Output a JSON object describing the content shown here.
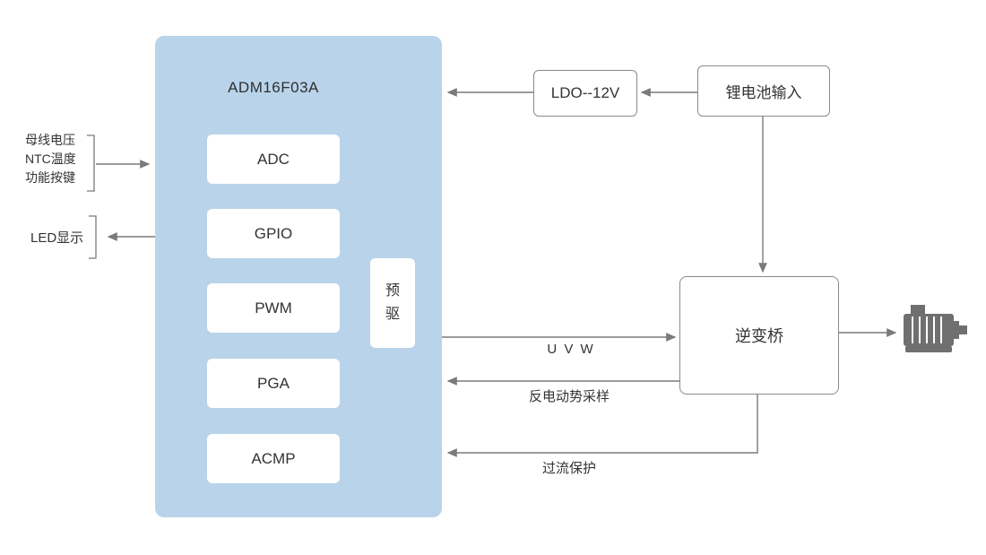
{
  "mcu": {
    "title": "ADM16F03A",
    "blocks": [
      "ADC",
      "GPIO",
      "PWM",
      "PGA",
      "ACMP"
    ],
    "predriver": "预驱"
  },
  "left_io": {
    "inputs": [
      "母线电压",
      "NTC温度",
      "功能按键"
    ],
    "led": "LED显示"
  },
  "power": {
    "ldo": "LDO--12V",
    "battery": "锂电池输入"
  },
  "inverter": {
    "label": "逆变桥"
  },
  "wire_labels": {
    "uvw": "U V W",
    "bemf": "反电动势采样",
    "ocp": "过流保护"
  },
  "icons": {
    "motor": "motor-icon"
  },
  "colors": {
    "mcu_fill": "#b9d4ea",
    "box_border": "#8a8a8a",
    "wire": "#7a7a7a",
    "motor": "#6f6f6f",
    "text": "#333333"
  }
}
